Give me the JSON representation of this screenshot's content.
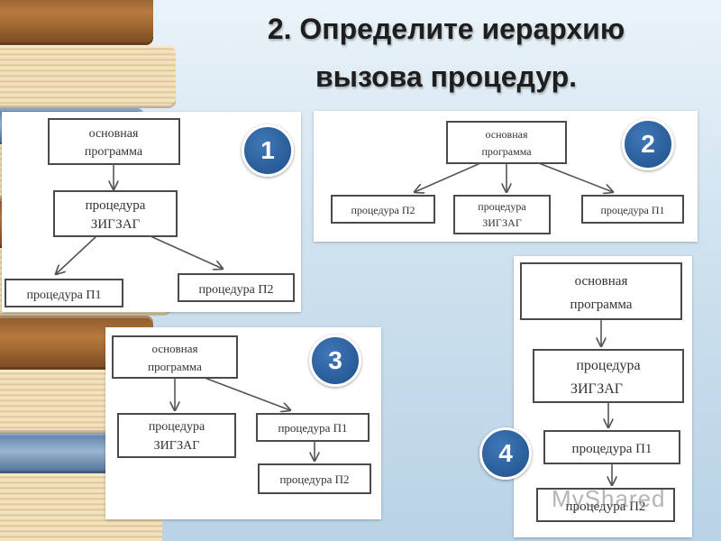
{
  "title": {
    "line1": "2. Определите иерархию",
    "line2": "вызова процедур."
  },
  "diagrams": [
    {
      "badge": "1",
      "nodes": {
        "main": [
          "основная",
          "программа"
        ],
        "zigzag": [
          "процедура",
          "ЗИГЗАГ"
        ],
        "p1": [
          "процедура П1"
        ],
        "p2": [
          "процедура П2"
        ]
      }
    },
    {
      "badge": "2",
      "nodes": {
        "main": [
          "основная",
          "программа"
        ],
        "p2": [
          "процедура П2"
        ],
        "zigzag": [
          "процедура",
          "ЗИГЗАГ"
        ],
        "p1": [
          "процедура П1"
        ]
      }
    },
    {
      "badge": "3",
      "nodes": {
        "main": [
          "основная",
          "программа"
        ],
        "zigzag": [
          "процедура",
          "ЗИГЗАГ"
        ],
        "p1": [
          "процедура П1"
        ],
        "p2": [
          "процедура П2"
        ]
      }
    },
    {
      "badge": "4",
      "nodes": {
        "main": [
          "основная",
          "программа"
        ],
        "zigzag": [
          "процедура",
          "ЗИГЗАГ"
        ],
        "p1": [
          "процедура П1"
        ],
        "p2": [
          "процедура П2"
        ]
      }
    }
  ],
  "watermark": "MyShared",
  "colors": {
    "badge": "#2a5f9e",
    "title": "#1e1e1e",
    "background": "#cfe2ef"
  }
}
